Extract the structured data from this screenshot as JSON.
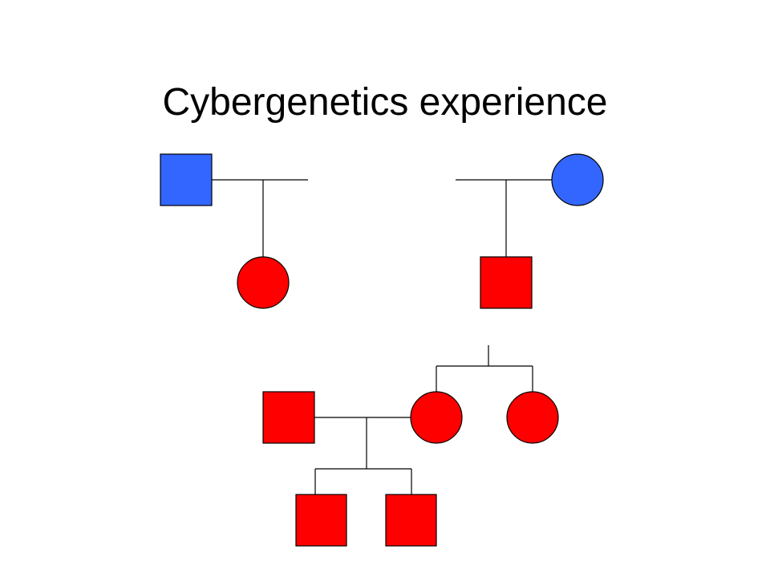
{
  "slide": {
    "title": "Cybergenetics experience"
  },
  "pedigree": {
    "colors": {
      "affected": "#ff0000",
      "unaffected": "#3366ff",
      "outline": "#000000",
      "line": "#000000"
    },
    "individuals": [
      {
        "id": "grandfather-left",
        "sex": "male",
        "status": "unaffected"
      },
      {
        "id": "grandmother-right",
        "sex": "female",
        "status": "unaffected"
      },
      {
        "id": "mother",
        "sex": "female",
        "status": "affected"
      },
      {
        "id": "father",
        "sex": "male",
        "status": "affected"
      },
      {
        "id": "husband",
        "sex": "male",
        "status": "affected"
      },
      {
        "id": "daughter",
        "sex": "female",
        "status": "affected"
      },
      {
        "id": "daughter-sibling",
        "sex": "female",
        "status": "affected"
      },
      {
        "id": "grandson-1",
        "sex": "male",
        "status": "affected"
      },
      {
        "id": "grandson-2",
        "sex": "male",
        "status": "affected"
      }
    ]
  }
}
